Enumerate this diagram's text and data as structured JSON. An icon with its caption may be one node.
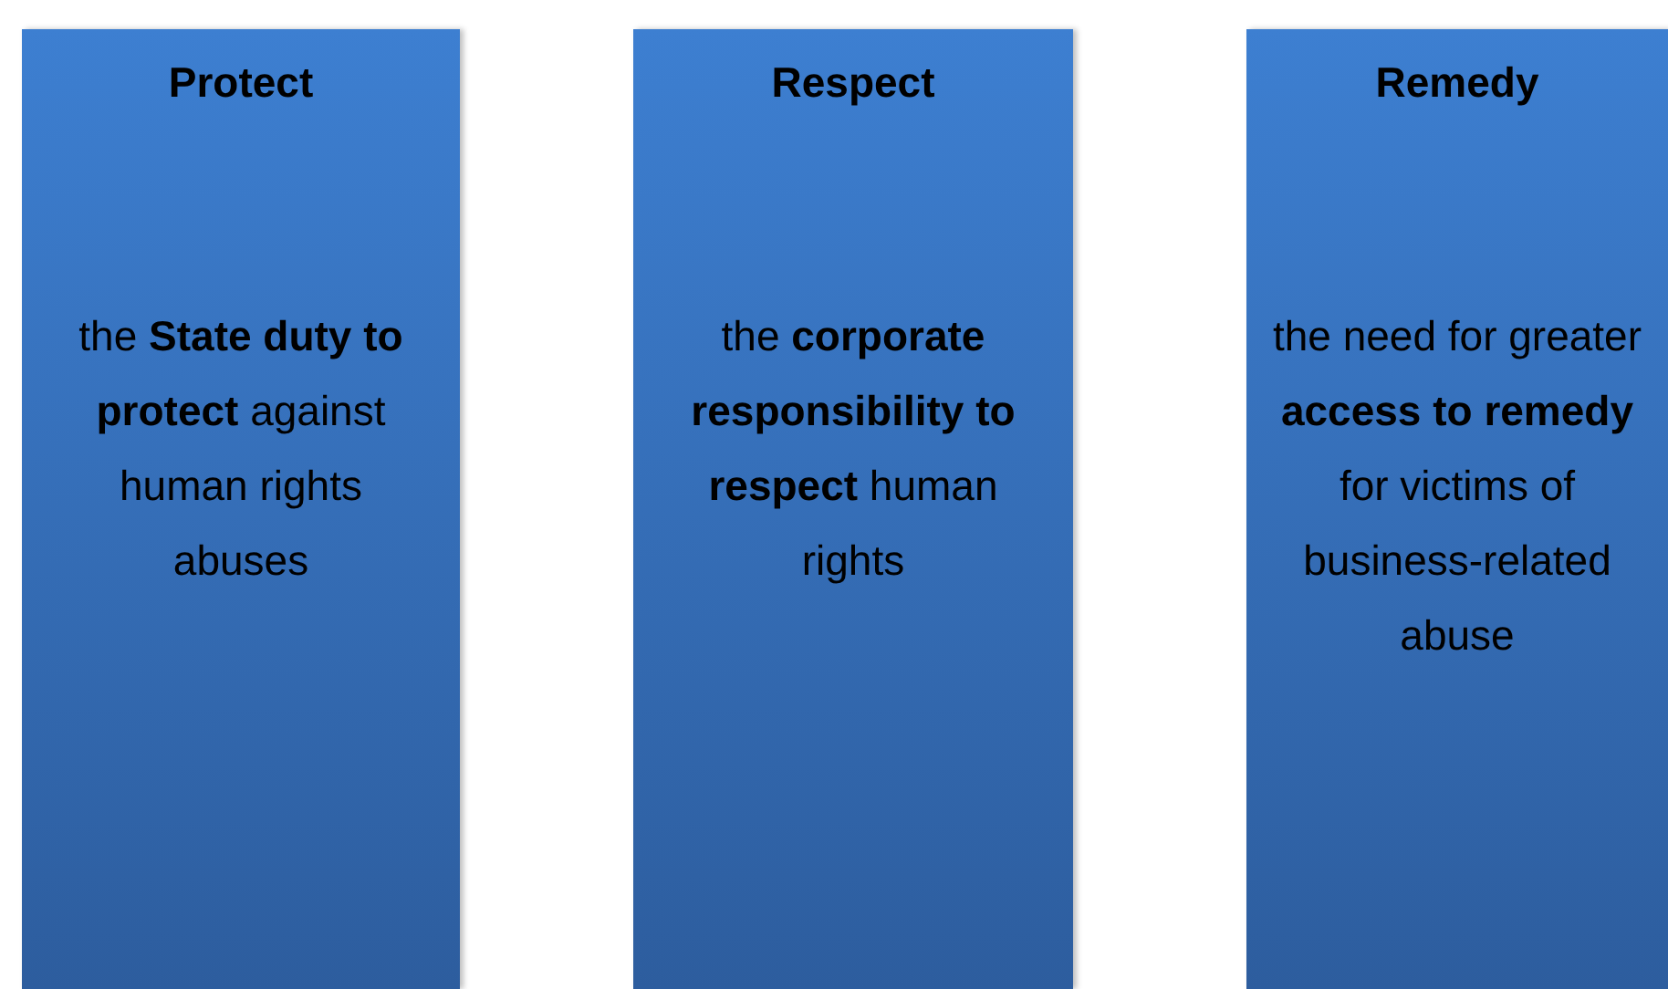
{
  "diagram": {
    "nodes": [
      {
        "text": [
          "Protect",
          "the **State duty to protect** against human rights abuses"
        ]
      },
      {
        "text": [
          "Respect",
          "the **corporate responsibility to respect** human rights"
        ]
      },
      {
        "text": [
          "Remedy",
          "the need for greater **access to remedy** for victims of business-related abuse"
        ]
      }
    ]
  }
}
